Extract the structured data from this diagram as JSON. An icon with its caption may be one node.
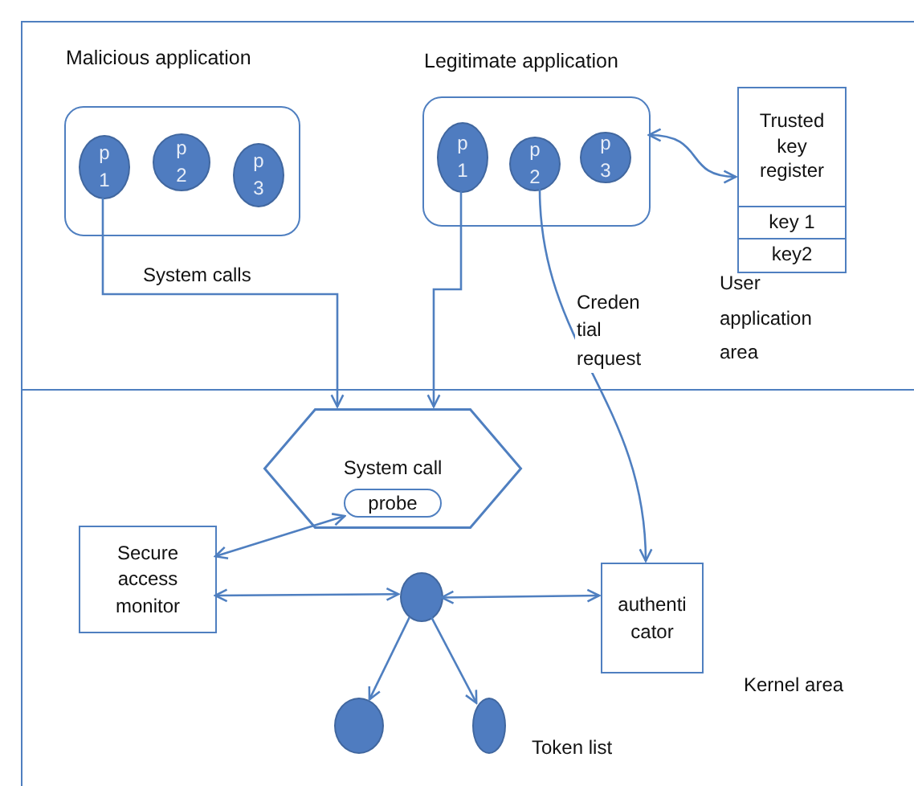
{
  "diagram": {
    "nodes": [
      {
        "text": [
          "User application area"
        ]
      },
      {
        "text": [
          "Malicious application"
        ],
        "in": 0
      },
      {
        "text": [
          "p 1"
        ],
        "in": 1
      },
      {
        "text": [
          "p 2"
        ],
        "in": 1
      },
      {
        "text": [
          "p 3"
        ],
        "in": 1
      },
      {
        "text": [
          "Legitimate application"
        ],
        "in": 0
      },
      {
        "text": [
          "p 1"
        ],
        "in": 5
      },
      {
        "text": [
          "p 2"
        ],
        "in": 5
      },
      {
        "text": [
          "p 3"
        ],
        "in": 5
      },
      {
        "text": [
          "Trusted key register",
          "key 1",
          "key2"
        ],
        "in": 0
      },
      {
        "text": [
          "Kernel area"
        ]
      },
      {
        "text": [
          "System call"
        ],
        "in": 10
      },
      {
        "text": [
          "probe"
        ],
        "in": 11
      },
      {
        "text": [
          "Secure access monitor"
        ],
        "in": 10
      },
      {
        "text": [],
        "shape": "circle",
        "in": 10
      },
      {
        "text": [
          "authenti cator"
        ],
        "in": 10
      },
      {
        "text": [],
        "shape": "circle",
        "in": 10
      },
      {
        "text": [],
        "shape": "circle",
        "in": 10
      }
    ],
    "edges": [
      {
        "from": 2,
        "to": 11,
        "arrow": "to",
        "label": "System calls"
      },
      {
        "from": 6,
        "to": 11,
        "arrow": "to"
      },
      {
        "from": 5,
        "to": 9,
        "arrow": "both"
      },
      {
        "from": 7,
        "to": 15,
        "arrow": "to",
        "label": "Creden tial request"
      },
      {
        "from": 12,
        "to": 13,
        "arrow": "both"
      },
      {
        "from": 13,
        "to": 14,
        "arrow": "both"
      },
      {
        "from": 14,
        "to": 15,
        "arrow": "both"
      },
      {
        "from": 14,
        "to": 16,
        "arrow": "to"
      },
      {
        "from": 14,
        "to": 17,
        "arrow": "to"
      }
    ],
    "labels": [
      "Token list"
    ]
  }
}
